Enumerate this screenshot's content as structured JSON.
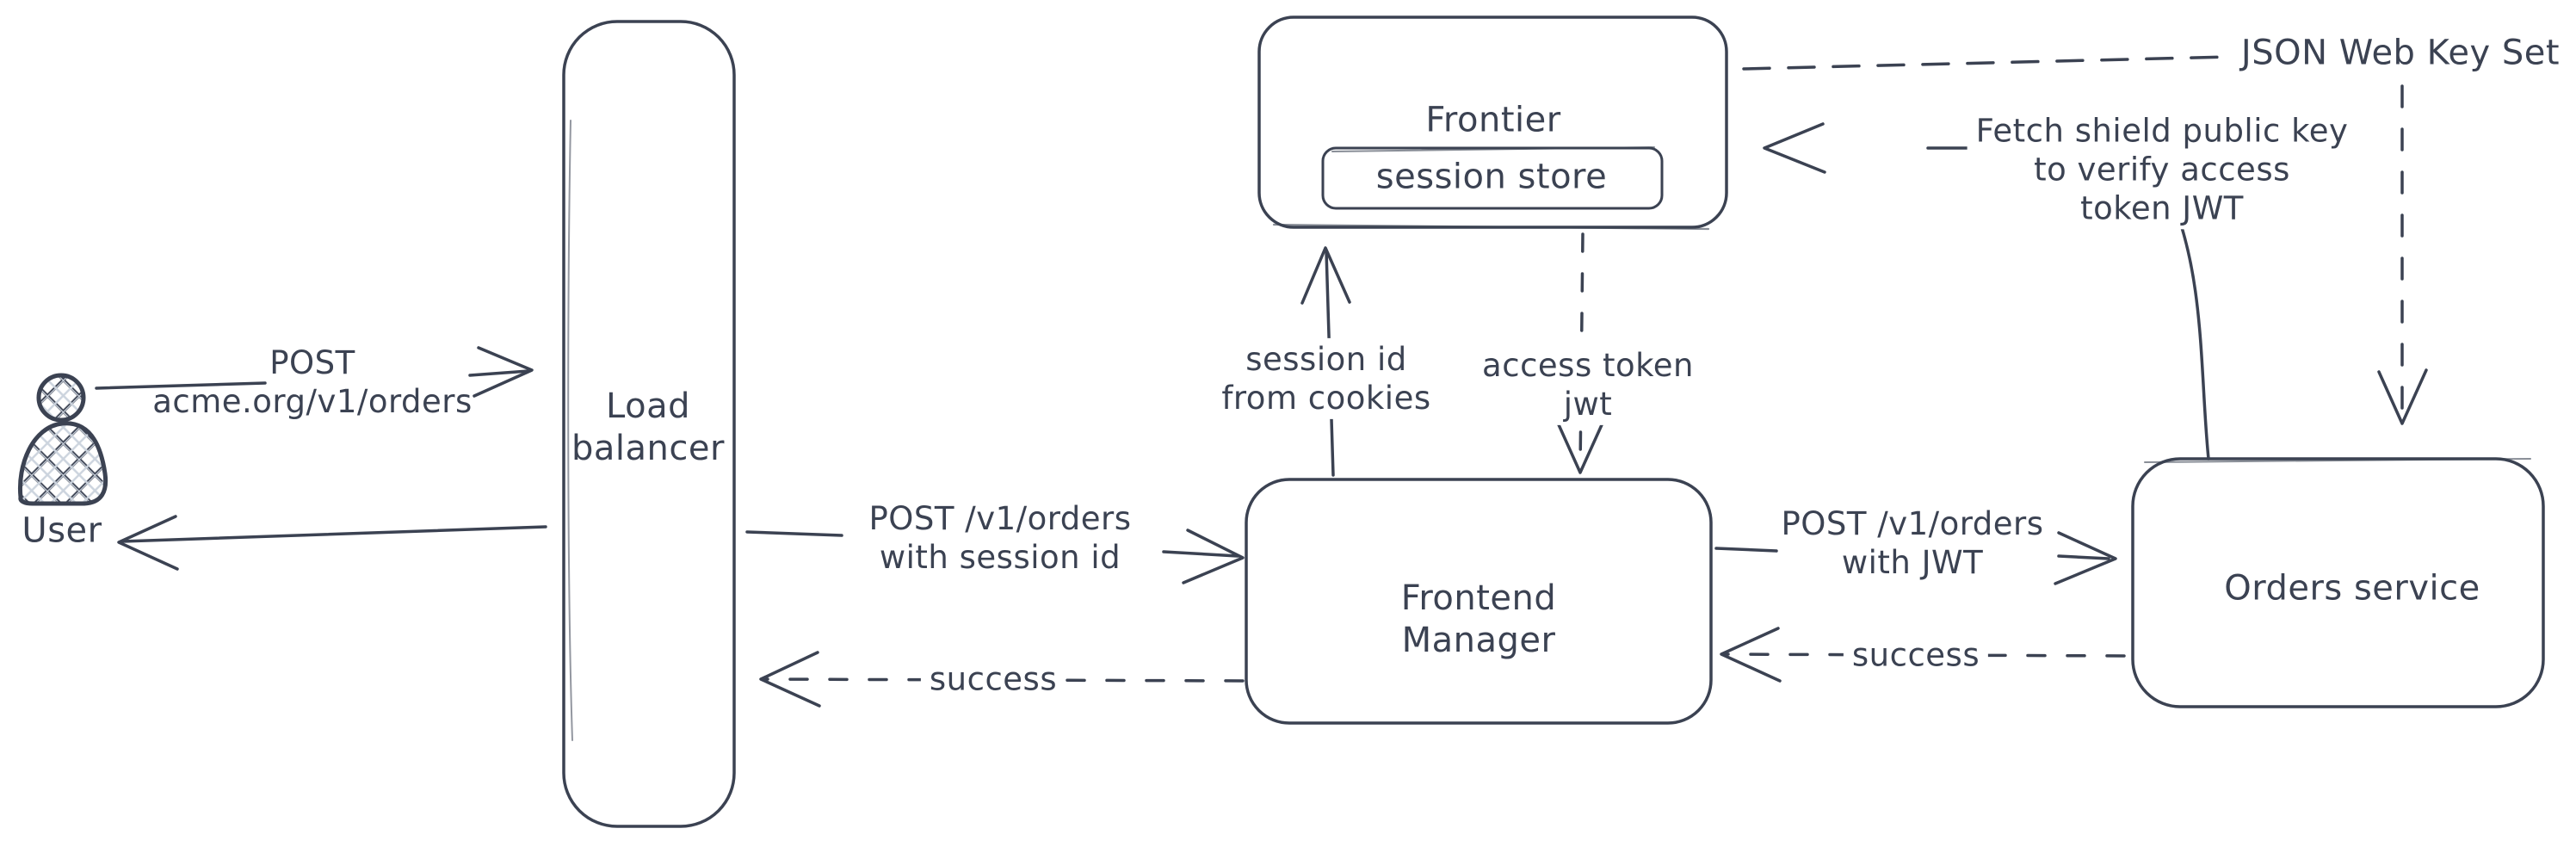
{
  "diagram": {
    "colors": {
      "stroke": "#3b4252",
      "background": "#ffffff",
      "hatch_fill": "#ccd4de"
    },
    "nodes": {
      "user": {
        "label": "User"
      },
      "load_balancer": {
        "line1": "Load",
        "line2": "balancer"
      },
      "frontier": {
        "label": "Frontier"
      },
      "session_store": {
        "label": "session store"
      },
      "frontend_manager": {
        "line1": "Frontend",
        "line2": "Manager"
      },
      "orders_service": {
        "label": "Orders service"
      },
      "json_web_key_set": {
        "label": "JSON Web Key Set"
      }
    },
    "edges": {
      "user_to_load_balancer": {
        "line1": "POST",
        "line2": "acme.org/v1/orders"
      },
      "load_balancer_to_frontend_manager": {
        "line1": "POST /v1/orders",
        "line2": "with session id"
      },
      "frontend_manager_to_load_balancer": {
        "label": "success"
      },
      "frontend_manager_to_frontier": {
        "line1": "session id",
        "line2": "from cookies"
      },
      "frontier_to_frontend_manager": {
        "line1": "access token",
        "line2": "jwt"
      },
      "frontend_manager_to_orders_service": {
        "line1": "POST /v1/orders",
        "line2": "with JWT"
      },
      "orders_service_to_frontend_manager": {
        "label": "success"
      },
      "orders_service_to_frontier": {
        "line1": "Fetch shield public key",
        "line2": "to verify access",
        "line3": "token JWT"
      }
    }
  }
}
